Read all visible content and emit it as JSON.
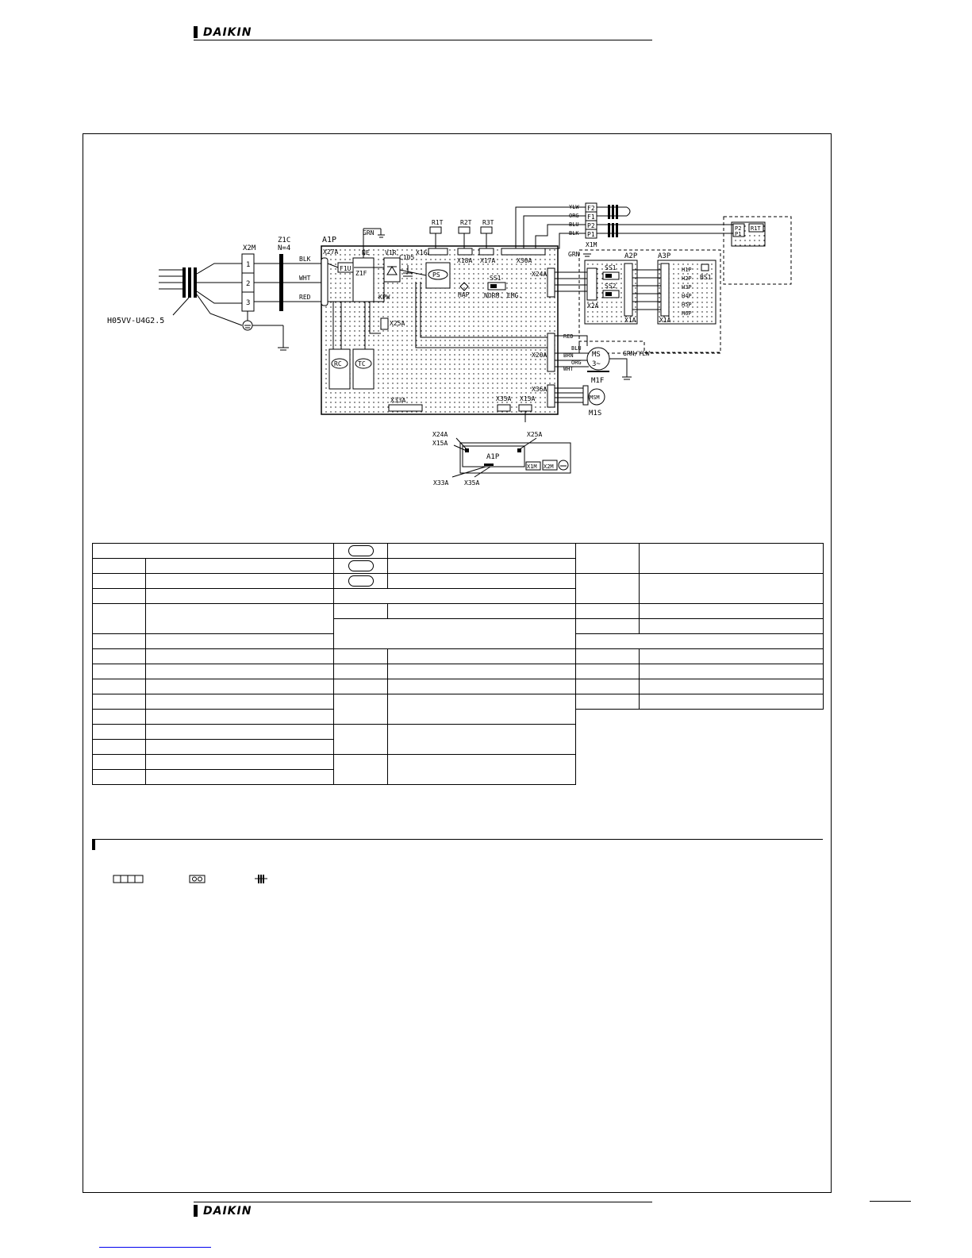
{
  "header": {
    "logo_text": "DAIKIN"
  },
  "footer": {
    "logo_text": "DAIKIN"
  },
  "diagram": {
    "power_cord": "H05VV-U4G2.5",
    "terminal_x2m": {
      "name": "X2M",
      "terminals": [
        "1",
        "2",
        "3"
      ]
    },
    "noise_filter": {
      "name": "Z1C",
      "note": "N=4"
    },
    "wire_colors": {
      "blk": "BLK",
      "wht": "WHT",
      "red": "RED",
      "grn": "GRN",
      "yel": "YLW",
      "org": "ORG",
      "blu": "BLU",
      "gy": "GRN/YLW",
      "brn": "BRN"
    },
    "pcb_main": "A1P",
    "connectors": {
      "x27a": "X27A",
      "x16a": "X16A",
      "x18a": "X18A",
      "x17a": "X17A",
      "x30a": "X30A",
      "x24a": "X24A",
      "x25a": "X25A",
      "x20a": "X20A",
      "x36a": "X36A",
      "x33a": "X33A",
      "x35a": "X35A",
      "x15a": "X15A",
      "x2a": "X2A",
      "x1a": "X1A"
    },
    "components": {
      "f1u": "F1U",
      "ne": "NE",
      "z1f": "Z1F",
      "v1r": "V1R",
      "c105": "C105",
      "ps": "PS",
      "kpw": "KPW",
      "rc": "RC",
      "tc": "TC",
      "hap": "HAP",
      "ss1": "SS1",
      "ss2": "SS2",
      "ss1_mode": "NORM. EMG.",
      "a2p": "A2P",
      "a3p": "A3P",
      "bs1": "BS1",
      "leds": [
        "H1P",
        "H2P",
        "H3P",
        "H4P",
        "H5P",
        "H6P"
      ],
      "m1f": "M1F",
      "m1f_symbol": "MS",
      "m1f_phase": "3~",
      "m1s": "M1S",
      "m1s_symbol": "MSM",
      "r1t": "R1T",
      "r2t": "R2T",
      "r3t": "R3T",
      "x1m": "X1M",
      "x1m_terminals": [
        "F2",
        "F1",
        "P2",
        "P1"
      ],
      "remote_terminals": [
        "P2",
        "P1"
      ]
    },
    "board_layout": {
      "title": "A1P",
      "labels": [
        "X24A",
        "X25A",
        "X15A",
        "X33A",
        "X35A"
      ],
      "terminals": [
        "X1M",
        "X2M"
      ]
    }
  },
  "legend_symbols": [
    {
      "name": "connector-symbol"
    },
    {
      "name": "terminal-symbol"
    },
    {
      "name": "wire-clamp-symbol"
    }
  ]
}
